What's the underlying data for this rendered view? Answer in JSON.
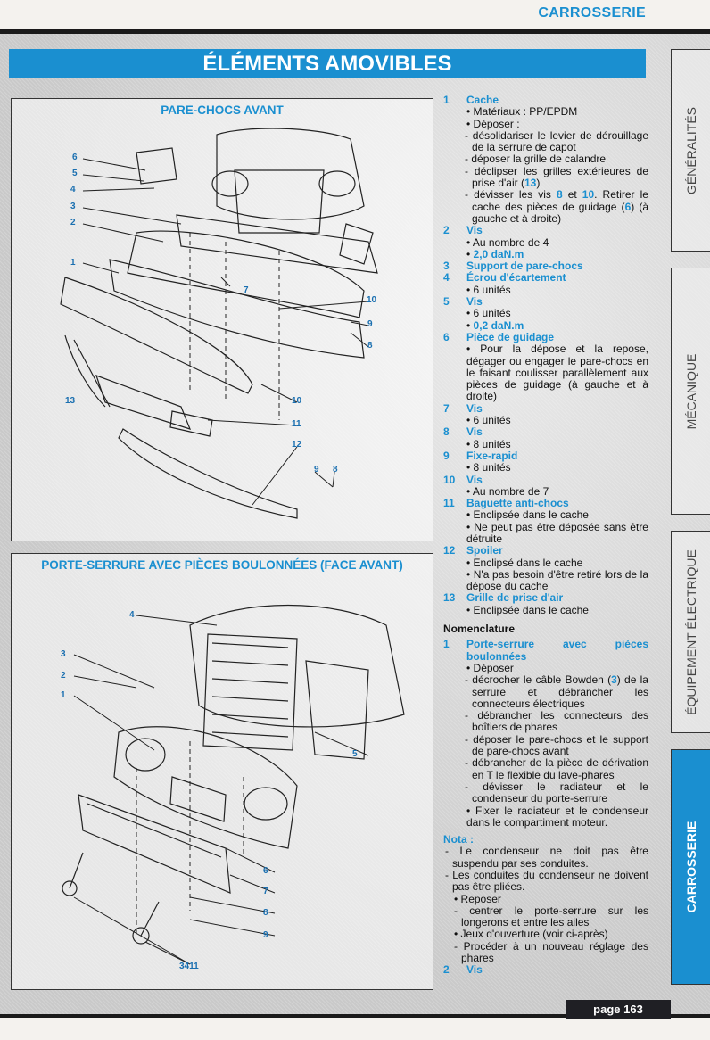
{
  "header": {
    "section": "CARROSSERIE"
  },
  "title": "ÉLÉMENTS AMOVIBLES",
  "figures": [
    {
      "title": "PARE-CHOCS AVANT",
      "labels": [
        "6",
        "5",
        "4",
        "3",
        "2",
        "1",
        "7",
        "10",
        "9",
        "8",
        "10",
        "13",
        "11",
        "12",
        "9",
        "8"
      ]
    },
    {
      "title": "PORTE-SERRURE AVEC PIÈCES BOULONNÉES (FACE AVANT)",
      "labels": [
        "4",
        "3",
        "2",
        "1",
        "5",
        "6",
        "7",
        "8",
        "9",
        "3411"
      ]
    }
  ],
  "items": [
    {
      "num": "1",
      "title": "Cache",
      "lines": [
        {
          "k": "bullet",
          "t": [
            "Matériaux : PP/EPDM"
          ]
        },
        {
          "k": "bullet",
          "t": [
            "Déposer :"
          ]
        },
        {
          "k": "dash",
          "t": [
            "désolidariser le levier de dérouillage de la serrure de capot"
          ]
        },
        {
          "k": "dash",
          "t": [
            "déposer la grille de calandre"
          ]
        },
        {
          "k": "dash",
          "t": [
            "déclipser les grilles extérieures de prise d'air (",
            {
              "hl": "13"
            },
            ")"
          ]
        },
        {
          "k": "dash",
          "t": [
            "dévisser les vis ",
            {
              "hl": "8"
            },
            " et ",
            {
              "hl": "10"
            },
            ". Retirer le cache des pièces de guidage (",
            {
              "hl": "6"
            },
            ") (à gauche et à droite)"
          ]
        }
      ]
    },
    {
      "num": "2",
      "title": "Vis",
      "lines": [
        {
          "k": "bullet",
          "t": [
            "Au nombre de 4"
          ]
        },
        {
          "k": "bullet",
          "t": [
            {
              "hl": "2,0 daN.m"
            }
          ]
        }
      ]
    },
    {
      "num": "3",
      "title": "Support de pare-chocs",
      "lines": []
    },
    {
      "num": "4",
      "title": "Écrou d'écartement",
      "lines": [
        {
          "k": "bullet",
          "t": [
            "6 unités"
          ]
        }
      ]
    },
    {
      "num": "5",
      "title": "Vis",
      "lines": [
        {
          "k": "bullet",
          "t": [
            "6 unités"
          ]
        },
        {
          "k": "bullet",
          "t": [
            {
              "hl": "0,2 daN.m"
            }
          ]
        }
      ]
    },
    {
      "num": "6",
      "title": "Pièce de guidage",
      "lines": [
        {
          "k": "bullet",
          "t": [
            "Pour la dépose et la repose, dégager ou engager le pare-chocs en le faisant coulisser parallèlement aux pièces de guidage (à gauche et à droite)"
          ]
        }
      ]
    },
    {
      "num": "7",
      "title": "Vis",
      "lines": [
        {
          "k": "bullet",
          "t": [
            "6 unités"
          ]
        }
      ]
    },
    {
      "num": "8",
      "title": "Vis",
      "lines": [
        {
          "k": "bullet",
          "t": [
            "8 unités"
          ]
        }
      ]
    },
    {
      "num": "9",
      "title": "Fixe-rapid",
      "lines": [
        {
          "k": "bullet",
          "t": [
            "8 unités"
          ]
        }
      ]
    },
    {
      "num": "10",
      "title": "Vis",
      "lines": [
        {
          "k": "bullet",
          "t": [
            "Au nombre de 7"
          ]
        }
      ]
    },
    {
      "num": "11",
      "title": "Baguette anti-chocs",
      "lines": [
        {
          "k": "bullet",
          "t": [
            "Enclipsée dans le cache"
          ]
        },
        {
          "k": "bullet",
          "t": [
            "Ne peut pas être déposée sans être détruite"
          ]
        }
      ]
    },
    {
      "num": "12",
      "title": "Spoiler",
      "lines": [
        {
          "k": "bullet",
          "t": [
            "Enclipsé dans le cache"
          ]
        },
        {
          "k": "bullet",
          "t": [
            "N'a pas besoin d'être retiré lors de la dépose du cache"
          ]
        }
      ]
    },
    {
      "num": "13",
      "title": "Grille de prise d'air",
      "lines": [
        {
          "k": "bullet",
          "t": [
            "Enclipsée dans le cache"
          ]
        }
      ]
    }
  ],
  "nomenclature": {
    "heading": "Nomenclature",
    "items": [
      {
        "num": "1",
        "title": "Porte-serrure avec pièces boulonnées",
        "lines": [
          {
            "k": "bullet",
            "t": [
              "Déposer"
            ]
          },
          {
            "k": "dash",
            "t": [
              "décrocher le câble Bowden (",
              {
                "hl": "3"
              },
              ") de la serrure et débrancher les connecteurs électriques"
            ]
          },
          {
            "k": "dash",
            "t": [
              "débrancher les connecteurs des boîtiers de phares"
            ]
          },
          {
            "k": "dash",
            "t": [
              "déposer le pare-chocs et le support de pare-chocs avant"
            ]
          },
          {
            "k": "dash",
            "t": [
              "débrancher de la pièce de dérivation en T le flexible du lave-phares"
            ]
          },
          {
            "k": "dash",
            "t": [
              "dévisser le radiateur et le condenseur du porte-serrure"
            ]
          },
          {
            "k": "bullet",
            "t": [
              "Fixer le radiateur et le condenseur dans le compartiment moteur."
            ]
          }
        ]
      }
    ],
    "nota_label": "Nota :",
    "nota": [
      {
        "k": "ndash",
        "t": [
          "Le condenseur ne doit pas être suspendu par ses conduites."
        ]
      },
      {
        "k": "ndash",
        "t": [
          "Les conduites du condenseur ne doivent pas être pliées."
        ]
      },
      {
        "k": "nbul",
        "t": [
          "Reposer"
        ]
      },
      {
        "k": "nsub",
        "t": [
          "centrer le porte-serrure sur les longerons et entre les ailes"
        ]
      },
      {
        "k": "nbul",
        "t": [
          "Jeux d'ouverture (voir ci-après)"
        ]
      },
      {
        "k": "nsub",
        "t": [
          "Procéder à un nouveau réglage des phares"
        ]
      }
    ],
    "last": {
      "num": "2",
      "title": "Vis"
    }
  },
  "tabs": [
    {
      "label": "GÉNÉRALITÉS",
      "active": false
    },
    {
      "label": "MÉCANIQUE",
      "active": false
    },
    {
      "label": "ÉQUIPEMENT ÉLECTRIQUE",
      "active": false
    },
    {
      "label": "CARROSSERIE",
      "active": true
    }
  ],
  "footer": {
    "page": "page 163"
  },
  "colors": {
    "accent": "#1a8fd0",
    "dark": "#1a1a1a"
  }
}
